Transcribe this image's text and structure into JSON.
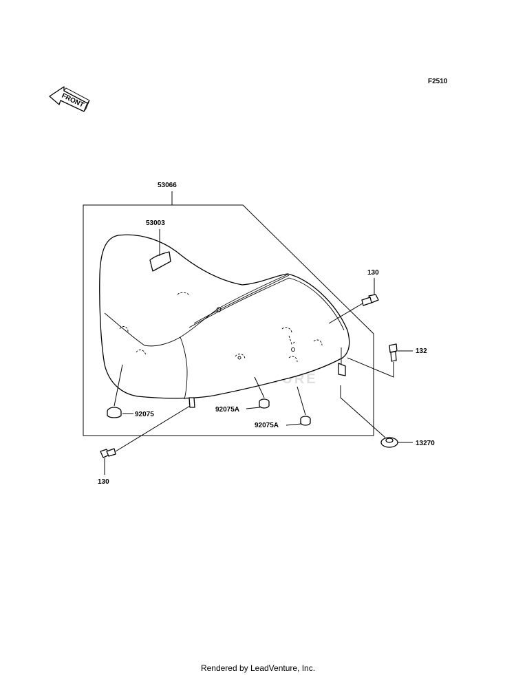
{
  "diagram": {
    "figure_code": "F2510",
    "front_indicator": "FRONT",
    "watermark_text": "LEADVENTURE",
    "callouts": {
      "assembly": "53066",
      "label": "53003",
      "bolt_top": "130",
      "bolt_bottom": "130",
      "bolt_side": "132",
      "damper_left": "92075",
      "damper_mid": "92075A",
      "damper_right": "92075A",
      "collar": "13270"
    }
  },
  "footer": {
    "text": "Rendered by LeadVenture, Inc."
  }
}
